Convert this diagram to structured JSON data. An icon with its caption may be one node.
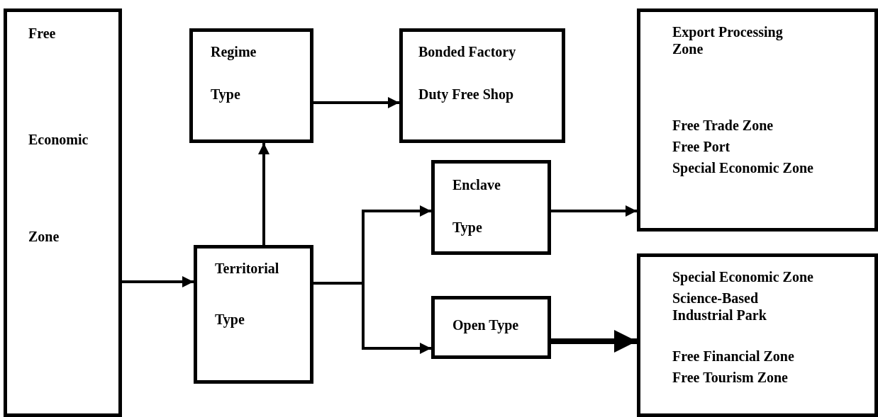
{
  "diagram": {
    "nodes": [
      {
        "text": [
          "Free",
          "Economic",
          "Zone"
        ]
      },
      {
        "text": [
          "Regime",
          "Type"
        ]
      },
      {
        "text": [
          "Bonded Factory",
          "Duty Free Shop"
        ]
      },
      {
        "text": [
          "Export Processing Zone",
          "Free Trade Zone",
          "Free Port",
          "Special Economic Zone"
        ]
      },
      {
        "text": [
          "Territorial",
          "Type"
        ]
      },
      {
        "text": [
          "Enclave",
          "Type"
        ]
      },
      {
        "text": [
          "Open Type"
        ]
      },
      {
        "text": [
          "Special Economic Zone",
          "Science-Based Industrial Park",
          "Free Financial Zone",
          "Free Tourism Zone"
        ]
      }
    ],
    "edges": [
      {
        "from": 0,
        "to": 4,
        "arrow": "to"
      },
      {
        "from": 4,
        "to": 1,
        "arrow": "to"
      },
      {
        "from": 1,
        "to": 2,
        "arrow": "to"
      },
      {
        "from": 4,
        "to": 5,
        "arrow": "to"
      },
      {
        "from": 4,
        "to": 6,
        "arrow": "to"
      },
      {
        "from": 5,
        "to": 3,
        "arrow": "to"
      },
      {
        "from": 6,
        "to": 7,
        "arrow": "to",
        "style": "thick"
      }
    ]
  }
}
